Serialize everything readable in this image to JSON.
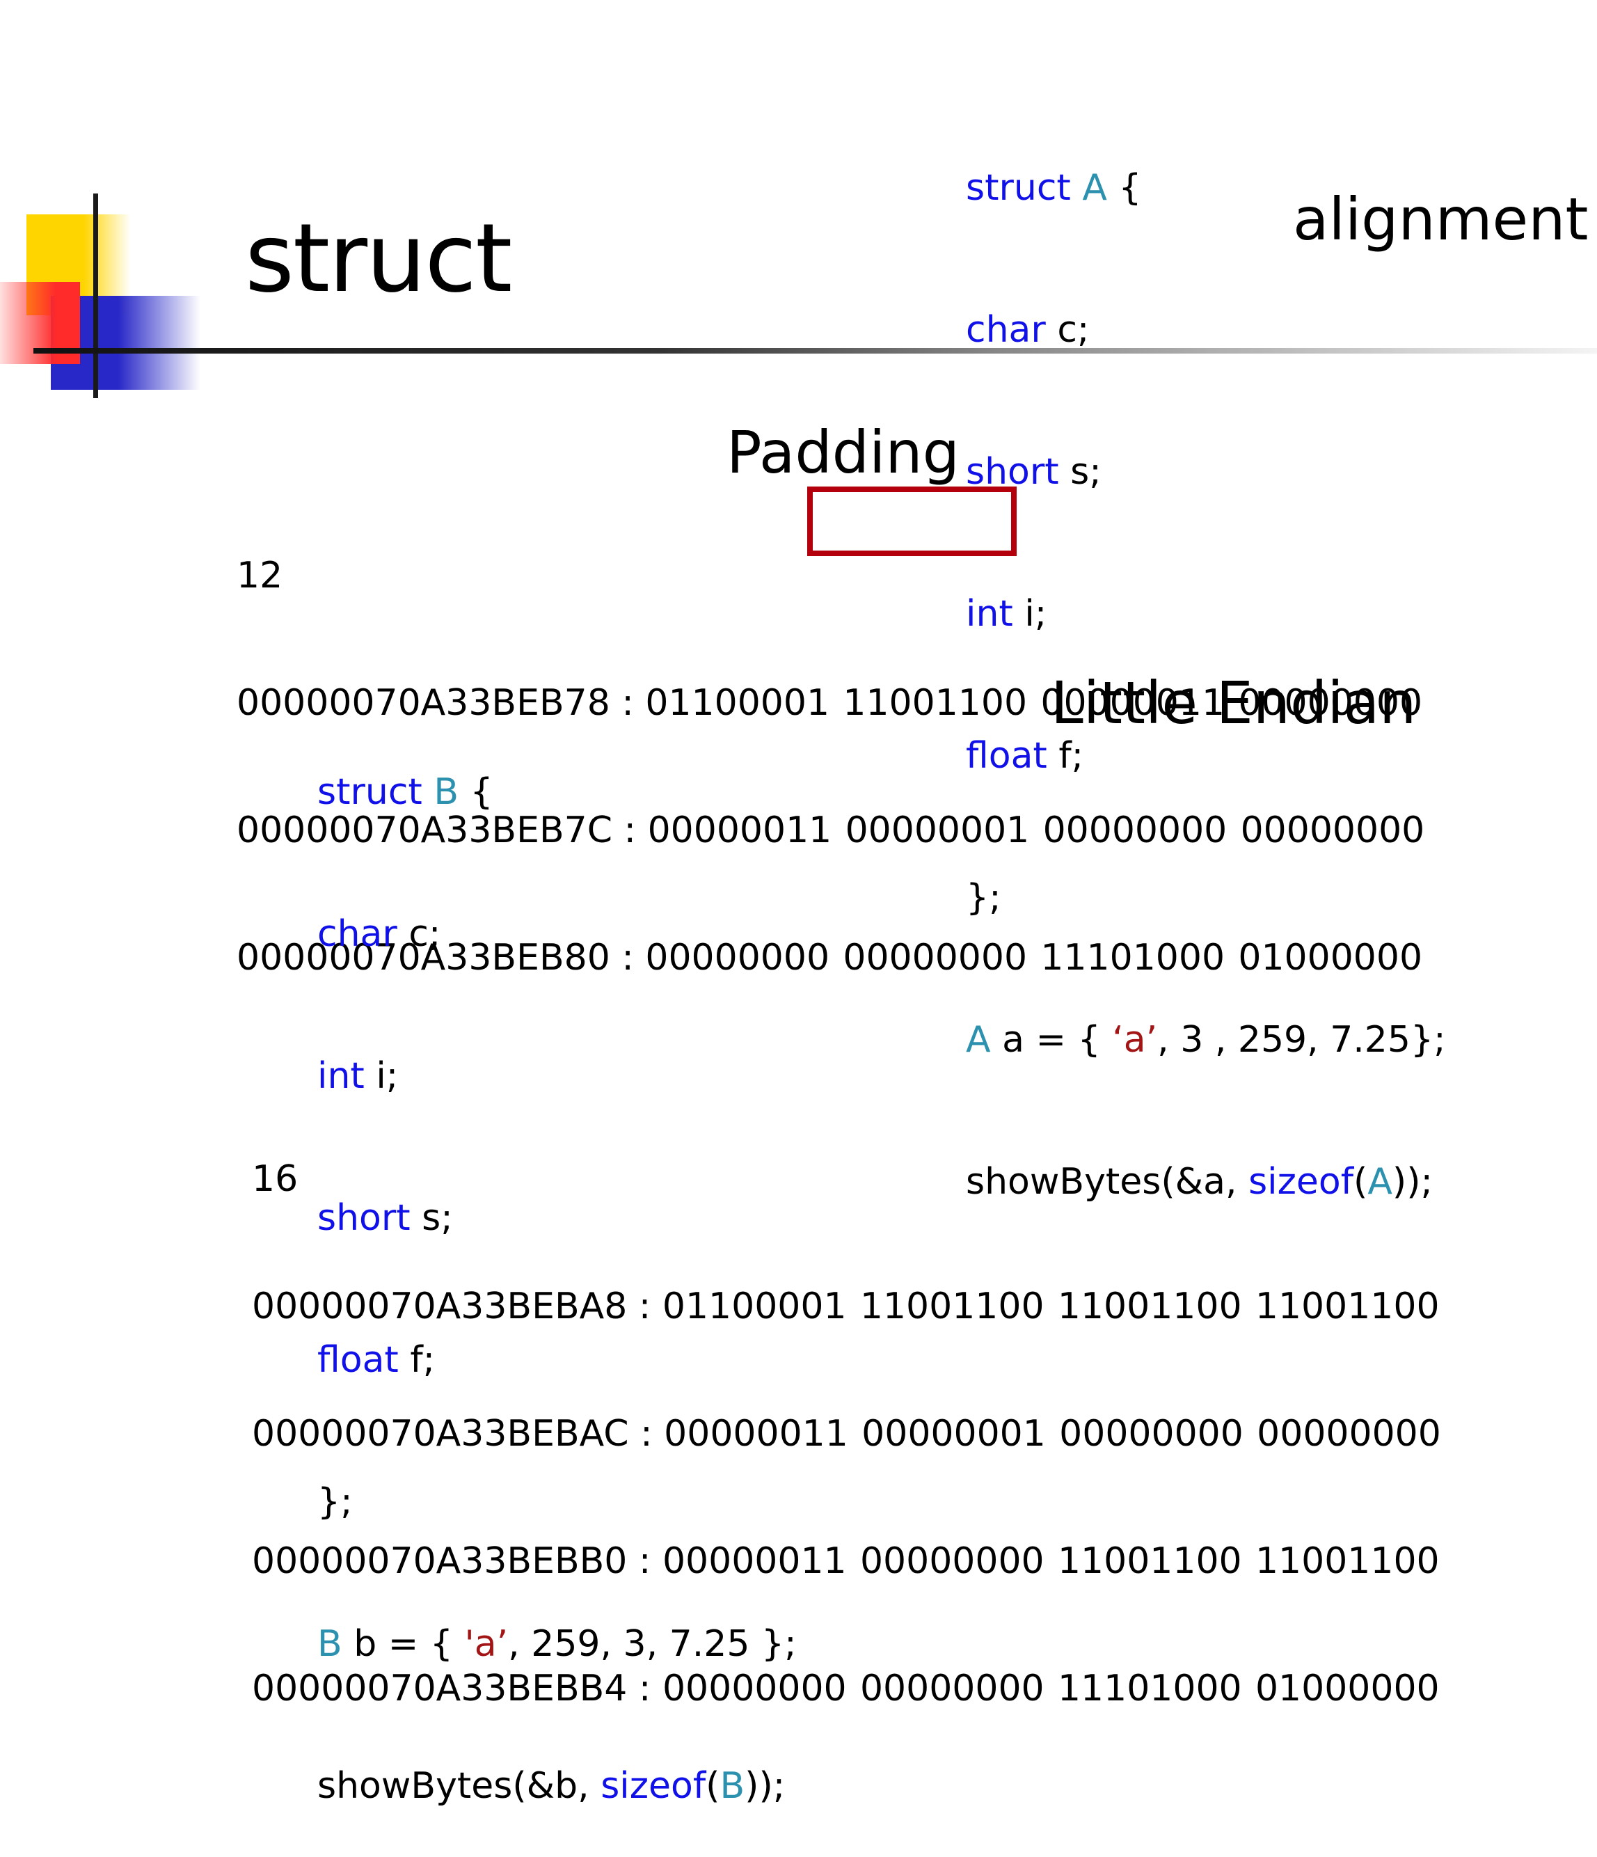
{
  "slide": {
    "title": "struct",
    "labels": {
      "alignment": "alignment",
      "padding": "Padding",
      "endian": "Little Endian"
    },
    "struct_a_code": {
      "l1_kw": "struct",
      "l1_ty": "A",
      "l1_rest": " {",
      "l2_kw": "char",
      "l2_rest": " c;",
      "l3_kw": "short",
      "l3_rest": " s;",
      "l4_kw": "int",
      "l4_rest": " i;",
      "l5_kw": "float",
      "l5_rest": " f;",
      "l6": "};",
      "l7_ty": "A",
      "l7_a": " a = { ",
      "l7_str": "‘a’",
      "l7_b": ", 3 , 259, 7.25};",
      "l8_a": "showBytes(&a, ",
      "l8_kw": "sizeof",
      "l8_b": "(",
      "l8_ty": "A",
      "l8_c": "));"
    },
    "struct_b_code": {
      "l1_kw": "struct",
      "l1_ty": "B",
      "l1_rest": " {",
      "l2_kw": "char",
      "l2_rest": " c;",
      "l3_kw": "int",
      "l3_rest": " i;",
      "l4_kw": "short",
      "l4_rest": " s;",
      "l5_kw": "float",
      "l5_rest": " f;",
      "l6": "};",
      "l7_ty": "B",
      "l7_a": " b = { ",
      "l7_str": "'a’",
      "l7_b": ", 259, 3, 7.25 };",
      "l8_a": "showBytes(&b, ",
      "l8_kw": "sizeof",
      "l8_b": "(",
      "l8_ty": "B",
      "l8_c": "));"
    },
    "dump_a": {
      "size": "12",
      "rows": [
        {
          "addr": "00000070A33BEB78 : ",
          "bytes": [
            "01100001",
            "11001100",
            "00000011",
            "00000000"
          ]
        },
        {
          "addr": "00000070A33BEB7C : ",
          "bytes": [
            "00000011",
            "00000001",
            "00000000",
            "00000000"
          ]
        },
        {
          "addr": "00000070A33BEB80 : ",
          "bytes": [
            "00000000",
            "00000000",
            "11101000",
            "01000000"
          ]
        }
      ]
    },
    "dump_b": {
      "size": "16",
      "rows": [
        {
          "addr": "00000070A33BEBA8 : ",
          "bytes": [
            "01100001",
            "11001100",
            "11001100",
            "11001100"
          ]
        },
        {
          "addr": "00000070A33BEBAC : ",
          "bytes": [
            "00000011",
            "00000001",
            "00000000",
            "00000000"
          ]
        },
        {
          "addr": "00000070A33BEBB0 : ",
          "bytes": [
            "00000011",
            "00000000",
            "11001100",
            "11001100"
          ]
        },
        {
          "addr": "00000070A33BEBB4 : ",
          "bytes": [
            "00000000",
            "00000000",
            "11101000",
            "01000000"
          ]
        }
      ]
    },
    "colors": {
      "keyword": "#1010e8",
      "type": "#2b91af",
      "string": "#a31515",
      "highlight_box": "#b3000c"
    }
  }
}
